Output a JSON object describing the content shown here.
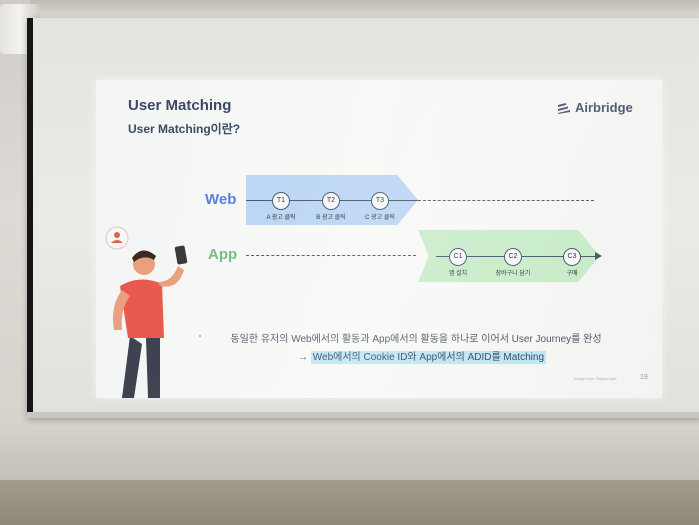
{
  "slide": {
    "title": "User Matching",
    "subtitle": "User Matching이란?",
    "brand": "Airbridge",
    "page_number": "19",
    "footnote": "Image from Titlepic.com"
  },
  "diagram": {
    "web_label": "Web",
    "app_label": "App",
    "web_nodes": [
      {
        "id": "T1",
        "caption": "A 광고 클릭"
      },
      {
        "id": "T2",
        "caption": "B 광고 클릭"
      },
      {
        "id": "T3",
        "caption": "C 광고 클릭"
      }
    ],
    "app_nodes": [
      {
        "id": "C1",
        "caption": "앱 설치"
      },
      {
        "id": "C2",
        "caption": "장바구니 담기"
      },
      {
        "id": "C3",
        "caption": "구매"
      }
    ]
  },
  "body": {
    "line1": "동일한 유저의 Web에서의 활동과 App에서의 활동을 하나로 이어서 User Journey를 완성",
    "line2_prefix": "→ ",
    "line2_highlight": "Web에서의 Cookie ID와 App에서의 ADID를 Matching"
  },
  "colors": {
    "web_blue": "#5a7fe0",
    "web_band": "#bcd6f5",
    "app_green": "#72c27e",
    "app_band": "#c8ecc9",
    "title_navy": "#3c4a66",
    "highlight": "#bfe6f2"
  },
  "icons": [
    "person-bubble-icon",
    "airbridge-logo-icon"
  ]
}
